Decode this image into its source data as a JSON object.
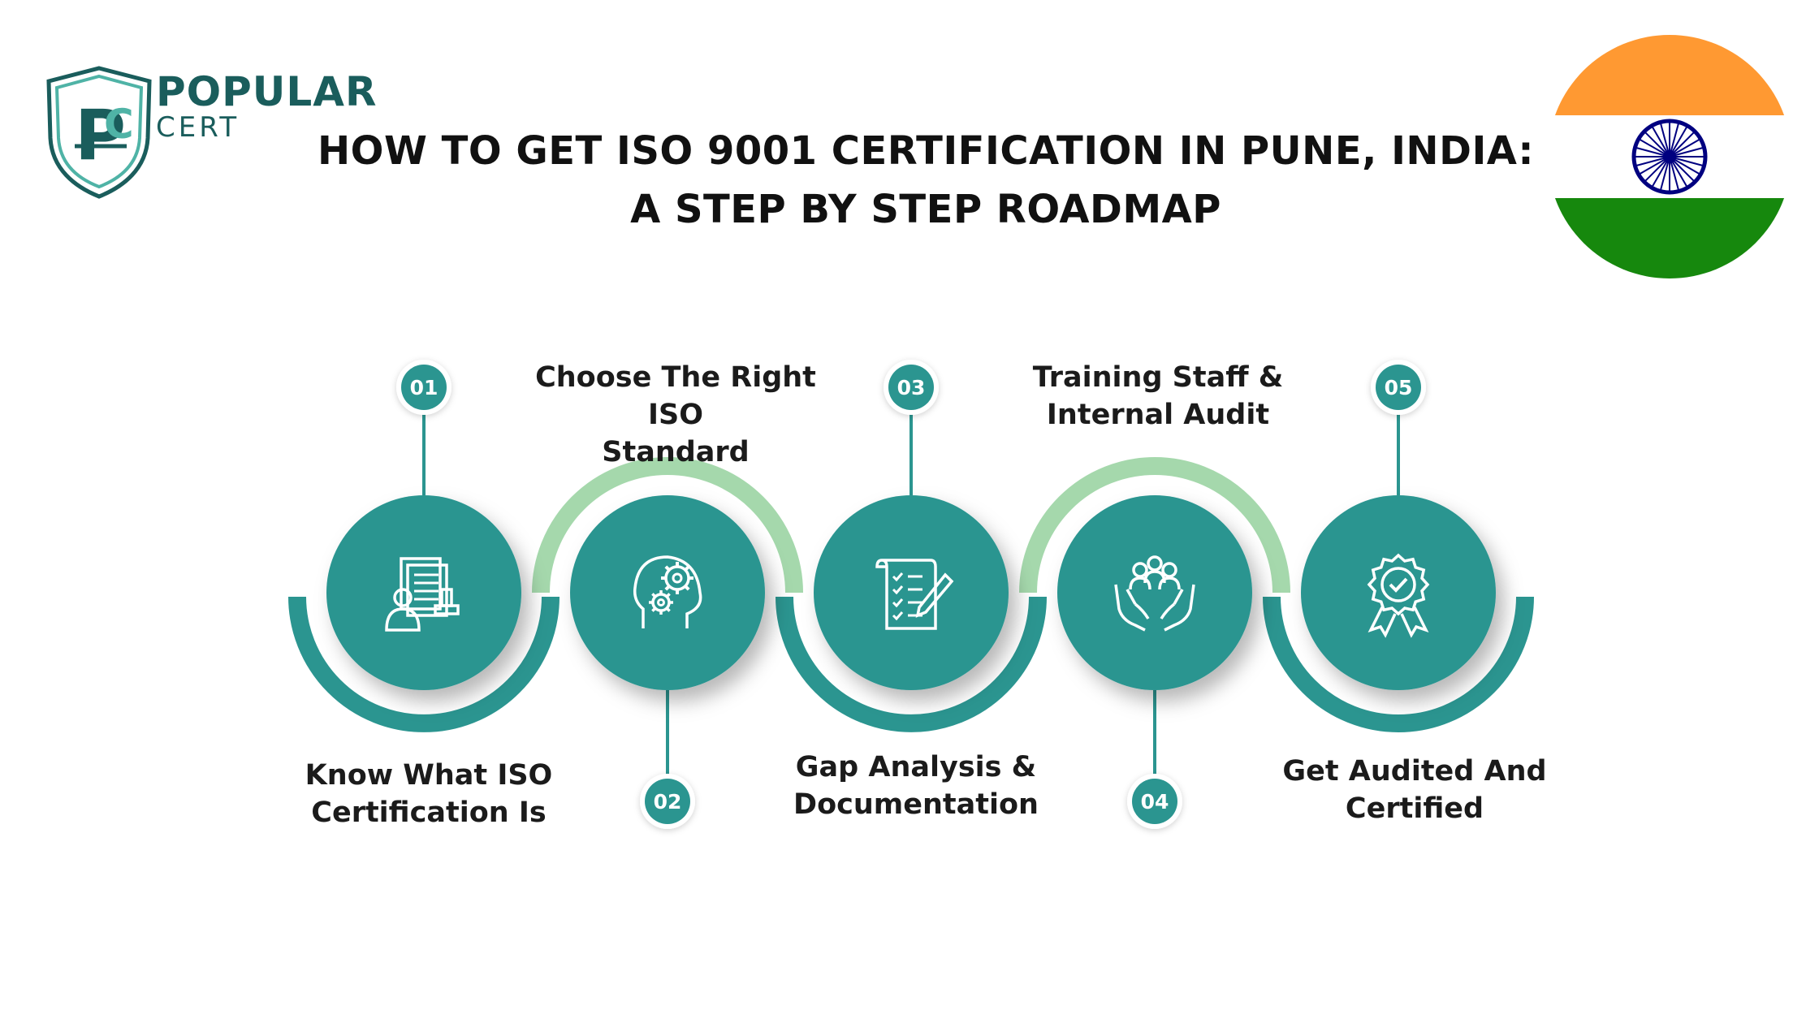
{
  "brand": {
    "name_line1": "POPULAR",
    "name_line2": "CERT",
    "monogram": "PC",
    "color_primary": "#1a5d5c",
    "color_accent": "#4fb3a6"
  },
  "title": {
    "line1": "HOW TO GET ISO 9001 CERTIFICATION IN PUNE, INDIA:",
    "line2": "A STEP BY STEP ROADMAP"
  },
  "flag": {
    "icon": "india-flag-icon",
    "colors": {
      "saffron": "#ff9933",
      "white": "#ffffff",
      "green": "#128807",
      "chakra": "#000080"
    }
  },
  "colors": {
    "node": "#2b9590",
    "arc_dark": "#2b9590",
    "arc_light": "#a5d8ac",
    "badge_text": "#ffffff",
    "connector": "#2b9590"
  },
  "steps": [
    {
      "number": "01",
      "label_line1": "Know What ISO",
      "label_line2": "Certification Is",
      "icon": "certificate-documents-icon"
    },
    {
      "number": "02",
      "label_line1": "Choose The Right ISO",
      "label_line2": "Standard",
      "icon": "head-gears-icon"
    },
    {
      "number": "03",
      "label_line1": "Gap Analysis &",
      "label_line2": "Documentation",
      "icon": "checklist-pen-icon"
    },
    {
      "number": "04",
      "label_line1": "Training Staff &",
      "label_line2": "Internal Audit",
      "icon": "team-hands-icon"
    },
    {
      "number": "05",
      "label_line1": "Get Audited And",
      "label_line2": "Certified",
      "icon": "award-badge-icon"
    }
  ]
}
